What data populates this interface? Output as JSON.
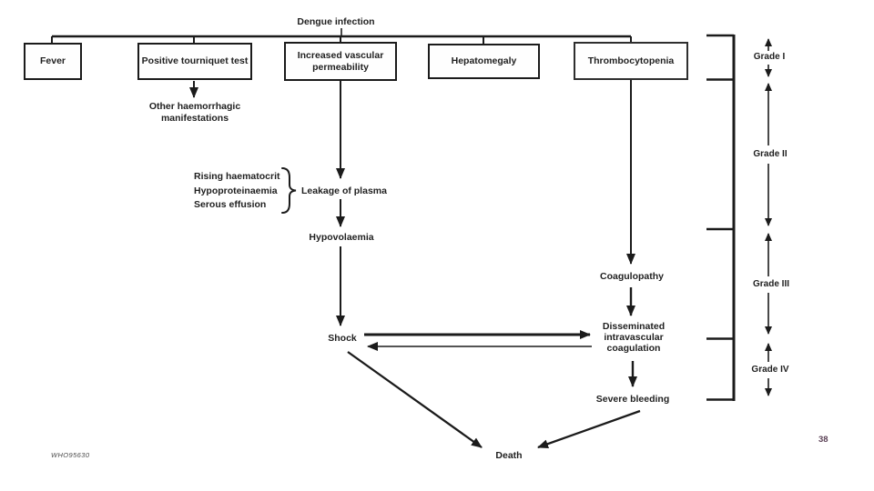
{
  "page": {
    "watermark": "WHO95630",
    "page_number": "38",
    "background_color": "#ffffff",
    "ink_color": "#1b1b1b",
    "page_number_color": "#5c4257"
  },
  "diagram": {
    "title": "Dengue infection",
    "boxes": [
      {
        "label": "Fever"
      },
      {
        "label": "Positive tourniquet test"
      },
      {
        "label": "Increased vascular permeability"
      },
      {
        "label": "Hepatomegaly"
      },
      {
        "label": "Thrombocytopenia"
      }
    ],
    "signs": [
      "Rising haematocrit",
      "Hypoproteinaemia",
      "Serous effusion"
    ],
    "nodes": {
      "other_haemorrhagic": "Other haemorrhagic manifestations",
      "leakage_of_plasma": "Leakage of plasma",
      "hypovolaemia": "Hypovolaemia",
      "shock": "Shock",
      "coagulopathy": "Coagulopathy",
      "dic": "Disseminated intravascular coagulation",
      "severe_bleeding": "Severe bleeding",
      "death": "Death"
    },
    "grades": [
      {
        "label": "Grade I"
      },
      {
        "label": "Grade II"
      },
      {
        "label": "Grade III"
      },
      {
        "label": "Grade IV"
      }
    ]
  }
}
